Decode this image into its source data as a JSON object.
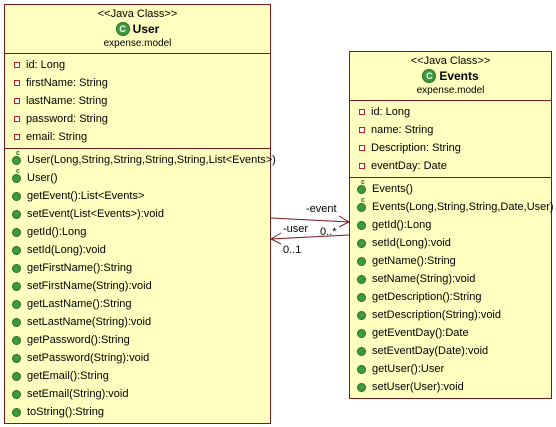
{
  "user_class": {
    "stereotype": "<<Java Class>>",
    "name": "User",
    "package": "expense.model",
    "attributes": [
      "id: Long",
      "firstName: String",
      "lastName: String",
      "password: String",
      "email: String"
    ],
    "operations": [
      "User(Long,String,String,String,String,List<Events>)",
      "User()",
      "getEvent():List<Events>",
      "setEvent(List<Events>):void",
      "getId():Long",
      "setId(Long):void",
      "getFirstName():String",
      "setFirstName(String):void",
      "getLastName():String",
      "setLastName(String):void",
      "getPassword():String",
      "setPassword(String):void",
      "getEmail():String",
      "setEmail(String):void",
      "toString():String"
    ]
  },
  "events_class": {
    "stereotype": "<<Java Class>>",
    "name": "Events",
    "package": "expense.model",
    "attributes": [
      "id: Long",
      "name: String",
      "Description: String",
      "eventDay: Date"
    ],
    "operations": [
      "Events()",
      "Events(Long,String,String,Date,User)",
      "getId():Long",
      "setId(Long):void",
      "getName():String",
      "setName(String):void",
      "getDescription():String",
      "setDescription(String):void",
      "getEventDay():Date",
      "setEventDay(Date):void",
      "getUser():User",
      "setUser(User):void"
    ]
  },
  "associations": {
    "user_to_events": {
      "role": "-event",
      "multiplicity": "0..*"
    },
    "events_to_user": {
      "role": "-user",
      "multiplicity": "0..1"
    }
  },
  "colors": {
    "class_fill": "#ffffc0",
    "class_border": "#7a1a1a",
    "public_icon": "#3d9a3d",
    "private_icon": "#c02020"
  }
}
